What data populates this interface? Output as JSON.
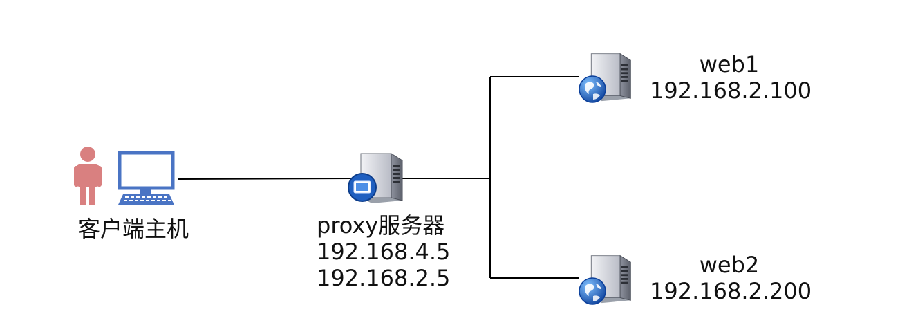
{
  "client": {
    "label": "客户端主机"
  },
  "proxy": {
    "name": "proxy服务器",
    "ip1": "192.168.4.5",
    "ip2": "192.168.2.5"
  },
  "web1": {
    "name": "web1",
    "ip": "192.168.2.100"
  },
  "web2": {
    "name": "web2",
    "ip": "192.168.2.200"
  },
  "colors": {
    "person": "#d98080",
    "monitor": "#4a74c4",
    "server_body": "#c6c9d2",
    "globe": "#1d5fbf",
    "line": "#000000"
  },
  "icons": [
    "person-icon",
    "monitor-icon",
    "proxy-server-icon",
    "web-server-icon"
  ]
}
